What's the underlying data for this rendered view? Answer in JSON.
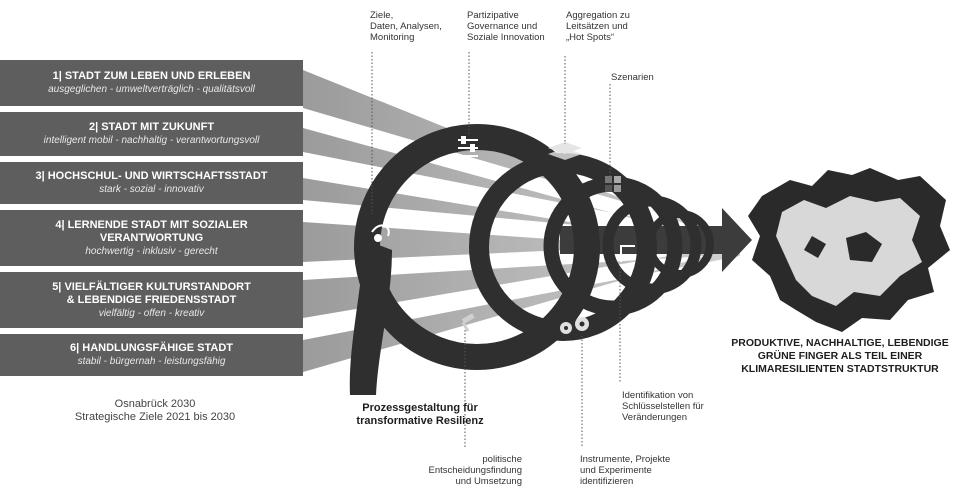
{
  "goals": [
    {
      "title": "1| STADT ZUM LEBEN UND ERLEBEN",
      "subtitle": "ausgeglichen - umweltverträglich - qualitätsvoll"
    },
    {
      "title": "2| STADT MIT ZUKUNFT",
      "subtitle": "intelligent mobil - nachhaltig - verantwortungsvoll"
    },
    {
      "title": "3| HOCHSCHUL- UND WIRTSCHAFTSSTADT",
      "subtitle": "stark - sozial - innovativ"
    },
    {
      "title": "4| LERNENDE STADT MIT SOZIALER\nVERANTWORTUNG",
      "subtitle": "hochwertig - inklusiv - gerecht"
    },
    {
      "title": "5| VIELFÄLTIGER KULTURSTANDORT\n& LEBENDIGE FRIEDENSSTADT",
      "subtitle": "vielfältig - offen - kreativ"
    },
    {
      "title": "6| HANDLUNGSFÄHIGE STADT",
      "subtitle": "stabil - bürgernah - leistungsfähig"
    }
  ],
  "caption": {
    "line1": "Osnabrück 2030",
    "line2": "Strategische Ziele 2021 bis 2030"
  },
  "top_labels": {
    "ziele": "Ziele,\nDaten, Analysen,\nMonitoring",
    "partizipative": "Partizipative\nGovernance und\nSoziale Innovation",
    "aggregation": "Aggregation zu\nLeitsätzen und\n„Hot Spots“",
    "szenarien": "Szenarien"
  },
  "bottom_labels": {
    "politische": "politische\nEntscheidungsfindung\nund Umsetzung",
    "instrumente": "Instrumente, Projekte\nund Experimente\nidentifizieren",
    "identifikation": "Identifikation von\nSchlüsselstellen für\nVeränderungen"
  },
  "process_label": "Prozessgestaltung für\ntransformative Resilienz",
  "result_label": "PRODUKTIVE, NACHHALTIGE, LEBENDIGE\nGRÜNE FINGER ALS TEIL EINER\nKLIMARESILIENTEN STADTSTRUKTUR",
  "colors": {
    "box": "#5e5e5e",
    "spiral": "#2f2f2f",
    "arrow": "#3c3c3c",
    "beam": "#9a9a9a"
  },
  "icons": [
    "sliders-icon",
    "layers-icon",
    "grid-squares-icon",
    "route-icon",
    "gears-icon",
    "gavel-icon",
    "flag-icon"
  ]
}
